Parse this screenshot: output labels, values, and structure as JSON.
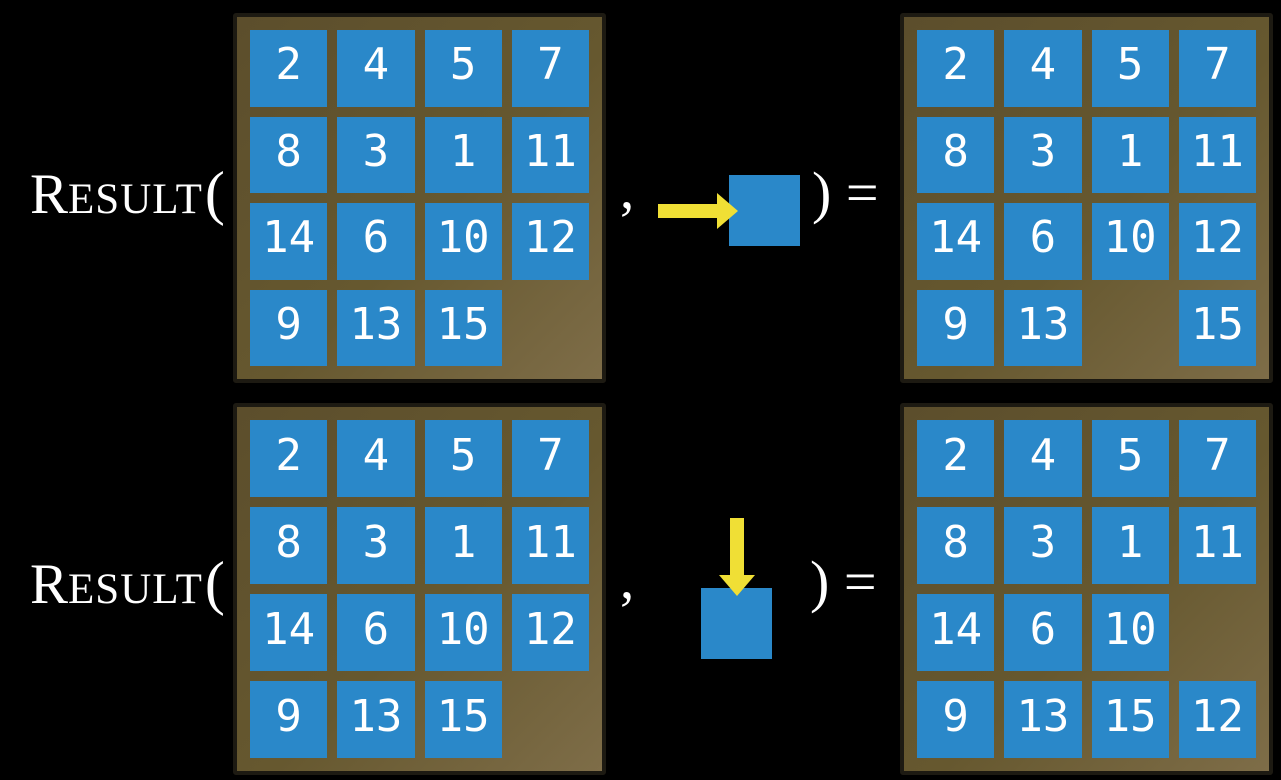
{
  "colors": {
    "background": "#000000",
    "tile_blue": "#2a88c9",
    "board_brown": "#66582f",
    "board_brown_highlight": "#7e6d48",
    "board_border": "#1d1a12",
    "arrow_yellow": "#f0df35",
    "text_white": "#ffffff"
  },
  "rows": [
    {
      "function_name_initial": "R",
      "function_name_rest": "ESULT",
      "open_paren": "(",
      "comma": ",",
      "action": {
        "direction": "right",
        "icon": "right-arrow-icon"
      },
      "close_paren_equals": ") =",
      "input_grid": [
        [
          "2",
          "4",
          "5",
          "7"
        ],
        [
          "8",
          "3",
          "1",
          "11"
        ],
        [
          "14",
          "6",
          "10",
          "12"
        ],
        [
          "9",
          "13",
          "15",
          ""
        ]
      ],
      "output_grid": [
        [
          "2",
          "4",
          "5",
          "7"
        ],
        [
          "8",
          "3",
          "1",
          "11"
        ],
        [
          "14",
          "6",
          "10",
          "12"
        ],
        [
          "9",
          "13",
          "",
          "15"
        ]
      ]
    },
    {
      "function_name_initial": "R",
      "function_name_rest": "ESULT",
      "open_paren": "(",
      "comma": ",",
      "action": {
        "direction": "down",
        "icon": "down-arrow-icon"
      },
      "close_paren_equals": ") =",
      "input_grid": [
        [
          "2",
          "4",
          "5",
          "7"
        ],
        [
          "8",
          "3",
          "1",
          "11"
        ],
        [
          "14",
          "6",
          "10",
          "12"
        ],
        [
          "9",
          "13",
          "15",
          ""
        ]
      ],
      "output_grid": [
        [
          "2",
          "4",
          "5",
          "7"
        ],
        [
          "8",
          "3",
          "1",
          "11"
        ],
        [
          "14",
          "6",
          "10",
          ""
        ],
        [
          "9",
          "13",
          "15",
          "12"
        ]
      ]
    }
  ]
}
